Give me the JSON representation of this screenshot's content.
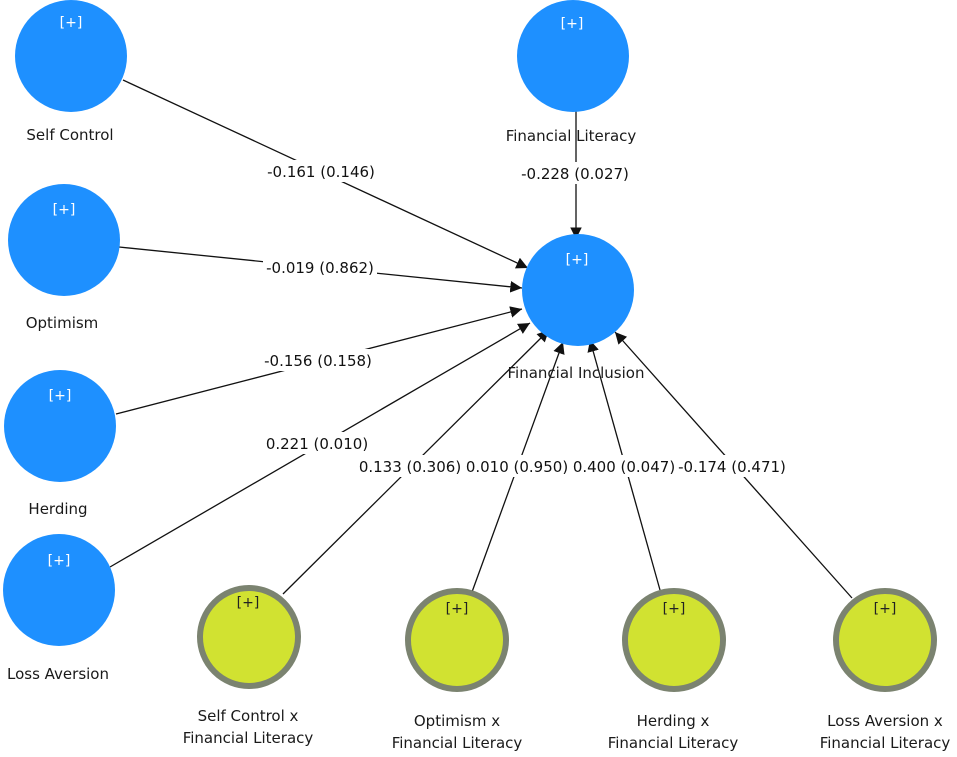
{
  "colors": {
    "construct_fill": "#1e90ff",
    "moderator_fill": "#d1e231",
    "moderator_border": "#7b8370",
    "arrow": "#111111",
    "plus_on_blue": "#ffffff",
    "plus_on_green": "#222222"
  },
  "nodes": {
    "self_control": {
      "label": "Self Control",
      "plus": "[+]"
    },
    "optimism": {
      "label": "Optimism",
      "plus": "[+]"
    },
    "herding": {
      "label": "Herding",
      "plus": "[+]"
    },
    "loss_aversion": {
      "label": "Loss Aversion",
      "plus": "[+]"
    },
    "financial_literacy": {
      "label": "Financial Literacy",
      "plus": "[+]"
    },
    "financial_inclusion": {
      "label": "Financial Inclusion",
      "plus": "[+]"
    },
    "self_control_x_fl": {
      "label_1": "Self Control x",
      "label_2": "Financial Literacy",
      "plus": "[+]"
    },
    "optimism_x_fl": {
      "label_1": "Optimism x",
      "label_2": "Financial Literacy",
      "plus": "[+]"
    },
    "herding_x_fl": {
      "label_1": "Herding x",
      "label_2": "Financial Literacy",
      "plus": "[+]"
    },
    "loss_aversion_x_fl": {
      "label_1": "Loss Aversion x",
      "label_2": "Financial Literacy",
      "plus": "[+]"
    }
  },
  "paths": {
    "self_control": "-0.161 (0.146)",
    "optimism": "-0.019 (0.862)",
    "herding": "-0.156 (0.158)",
    "loss_aversion": "0.221 (0.010)",
    "financial_literacy": "-0.228 (0.027)",
    "self_control_x_fl": "0.133 (0.306)",
    "optimism_x_fl": "0.010 (0.950)",
    "herding_x_fl": "0.400 (0.047)",
    "loss_aversion_x_fl": "-0.174 (0.471)"
  }
}
